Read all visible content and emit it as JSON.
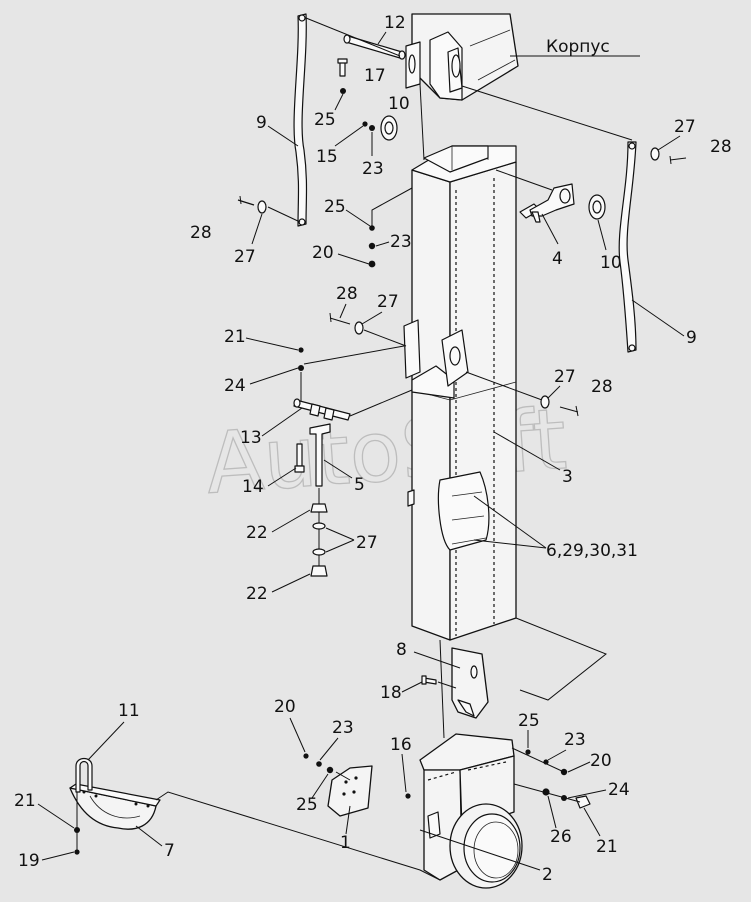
{
  "housing_label": "Корпус",
  "watermark": "AutoSoft",
  "callouts": {
    "c1": "1",
    "c2": "2",
    "c3": "3",
    "c4": "4",
    "c5": "5",
    "c6": "6,29,30,31",
    "c7": "7",
    "c8": "8",
    "c9a": "9",
    "c9b": "9",
    "c10a": "10",
    "c10b": "10",
    "c11": "11",
    "c12": "12",
    "c13": "13",
    "c14": "14",
    "c15": "15",
    "c16": "16",
    "c17": "17",
    "c18": "18",
    "c19": "19",
    "c20a": "20",
    "c20b": "20",
    "c20c": "20",
    "c21a": "21",
    "c21b": "21",
    "c21c": "21",
    "c22a": "22",
    "c22b": "22",
    "c23a": "23",
    "c23b": "23",
    "c23c": "23",
    "c23d": "23",
    "c24a": "24",
    "c24b": "24",
    "c25a": "25",
    "c25b": "25",
    "c25c": "25",
    "c25d": "25",
    "c26": "26",
    "c27a": "27",
    "c27b": "27",
    "c27c": "27",
    "c27d": "27",
    "c27e": "27",
    "c28a": "28",
    "c28b": "28",
    "c28c": "28",
    "c28d": "28"
  }
}
